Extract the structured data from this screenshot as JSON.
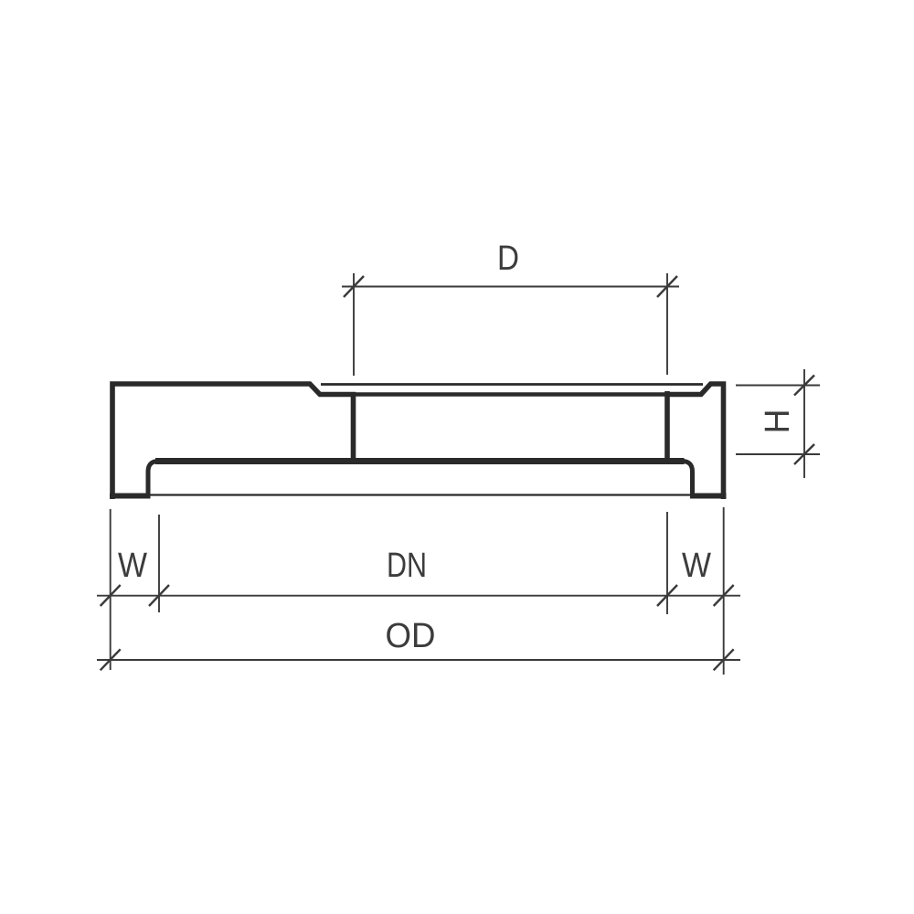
{
  "diagram": {
    "kind": "technical-drawing-flange-cross-section",
    "background_color": "#ffffff",
    "line_color": "#2a2a2a",
    "text_color": "#3c3c3c",
    "dimension_labels": {
      "top_diameter": "D",
      "height": "H",
      "wall_left": "W",
      "nominal_diameter": "DN",
      "wall_right": "W",
      "outer_diameter": "OD"
    }
  }
}
